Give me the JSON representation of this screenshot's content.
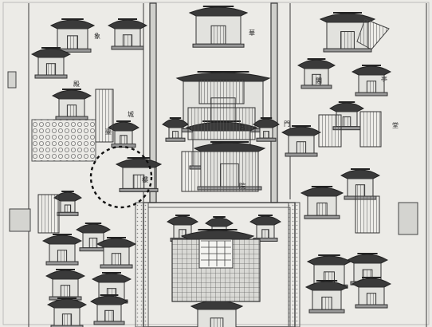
{
  "image": {
    "subject": "traditional East Asian palace compound",
    "palette": {
      "paper": "#e9e9e6",
      "ink": "#2e2e2e",
      "mid": "#8d8d8a",
      "light": "#cfcfcb"
    }
  },
  "highlight": {
    "style": "dashed circle"
  },
  "labels": {
    "handwritten": [
      "象",
      "華",
      "城",
      "閣",
      "殿",
      "宮",
      "門",
      "樓",
      "亭",
      "堂",
      "院",
      "臺"
    ]
  }
}
